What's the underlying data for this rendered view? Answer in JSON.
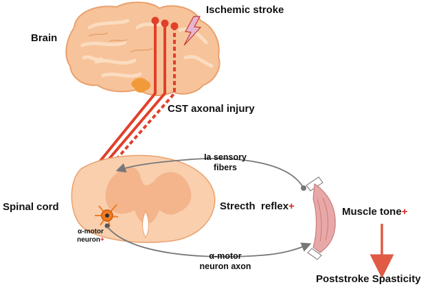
{
  "labels": {
    "ischemic_stroke": "Ischemic stroke",
    "brain": "Brain",
    "cst_injury": "CST axonal injury",
    "ia_fibers_line1": "Ia sensory",
    "ia_fibers_line2": "fibers",
    "spinal_cord": "Spinal cord",
    "stretch_reflex": "Strecth  reflex",
    "muscle_tone": "Muscle tone",
    "motor_neuron_line1": "α-motor",
    "motor_neuron_line2": "neuron",
    "axon_line1": "α-motor",
    "axon_line2": "neuron axon",
    "spasticity": "Poststroke Spasticity",
    "plus": "+"
  },
  "colors": {
    "brain_fill": "#f7c39a",
    "brain_fold": "#fbdcc0",
    "brain_outline": "#e9a06d",
    "tract": "#e0402a",
    "spinal_fill": "#f9cfae",
    "grey_matter": "#f4b48c",
    "neuron": "#f27b22",
    "muscle": "#e9a8a8",
    "arrow_down": "#e05a44",
    "pathway": "#777777"
  }
}
